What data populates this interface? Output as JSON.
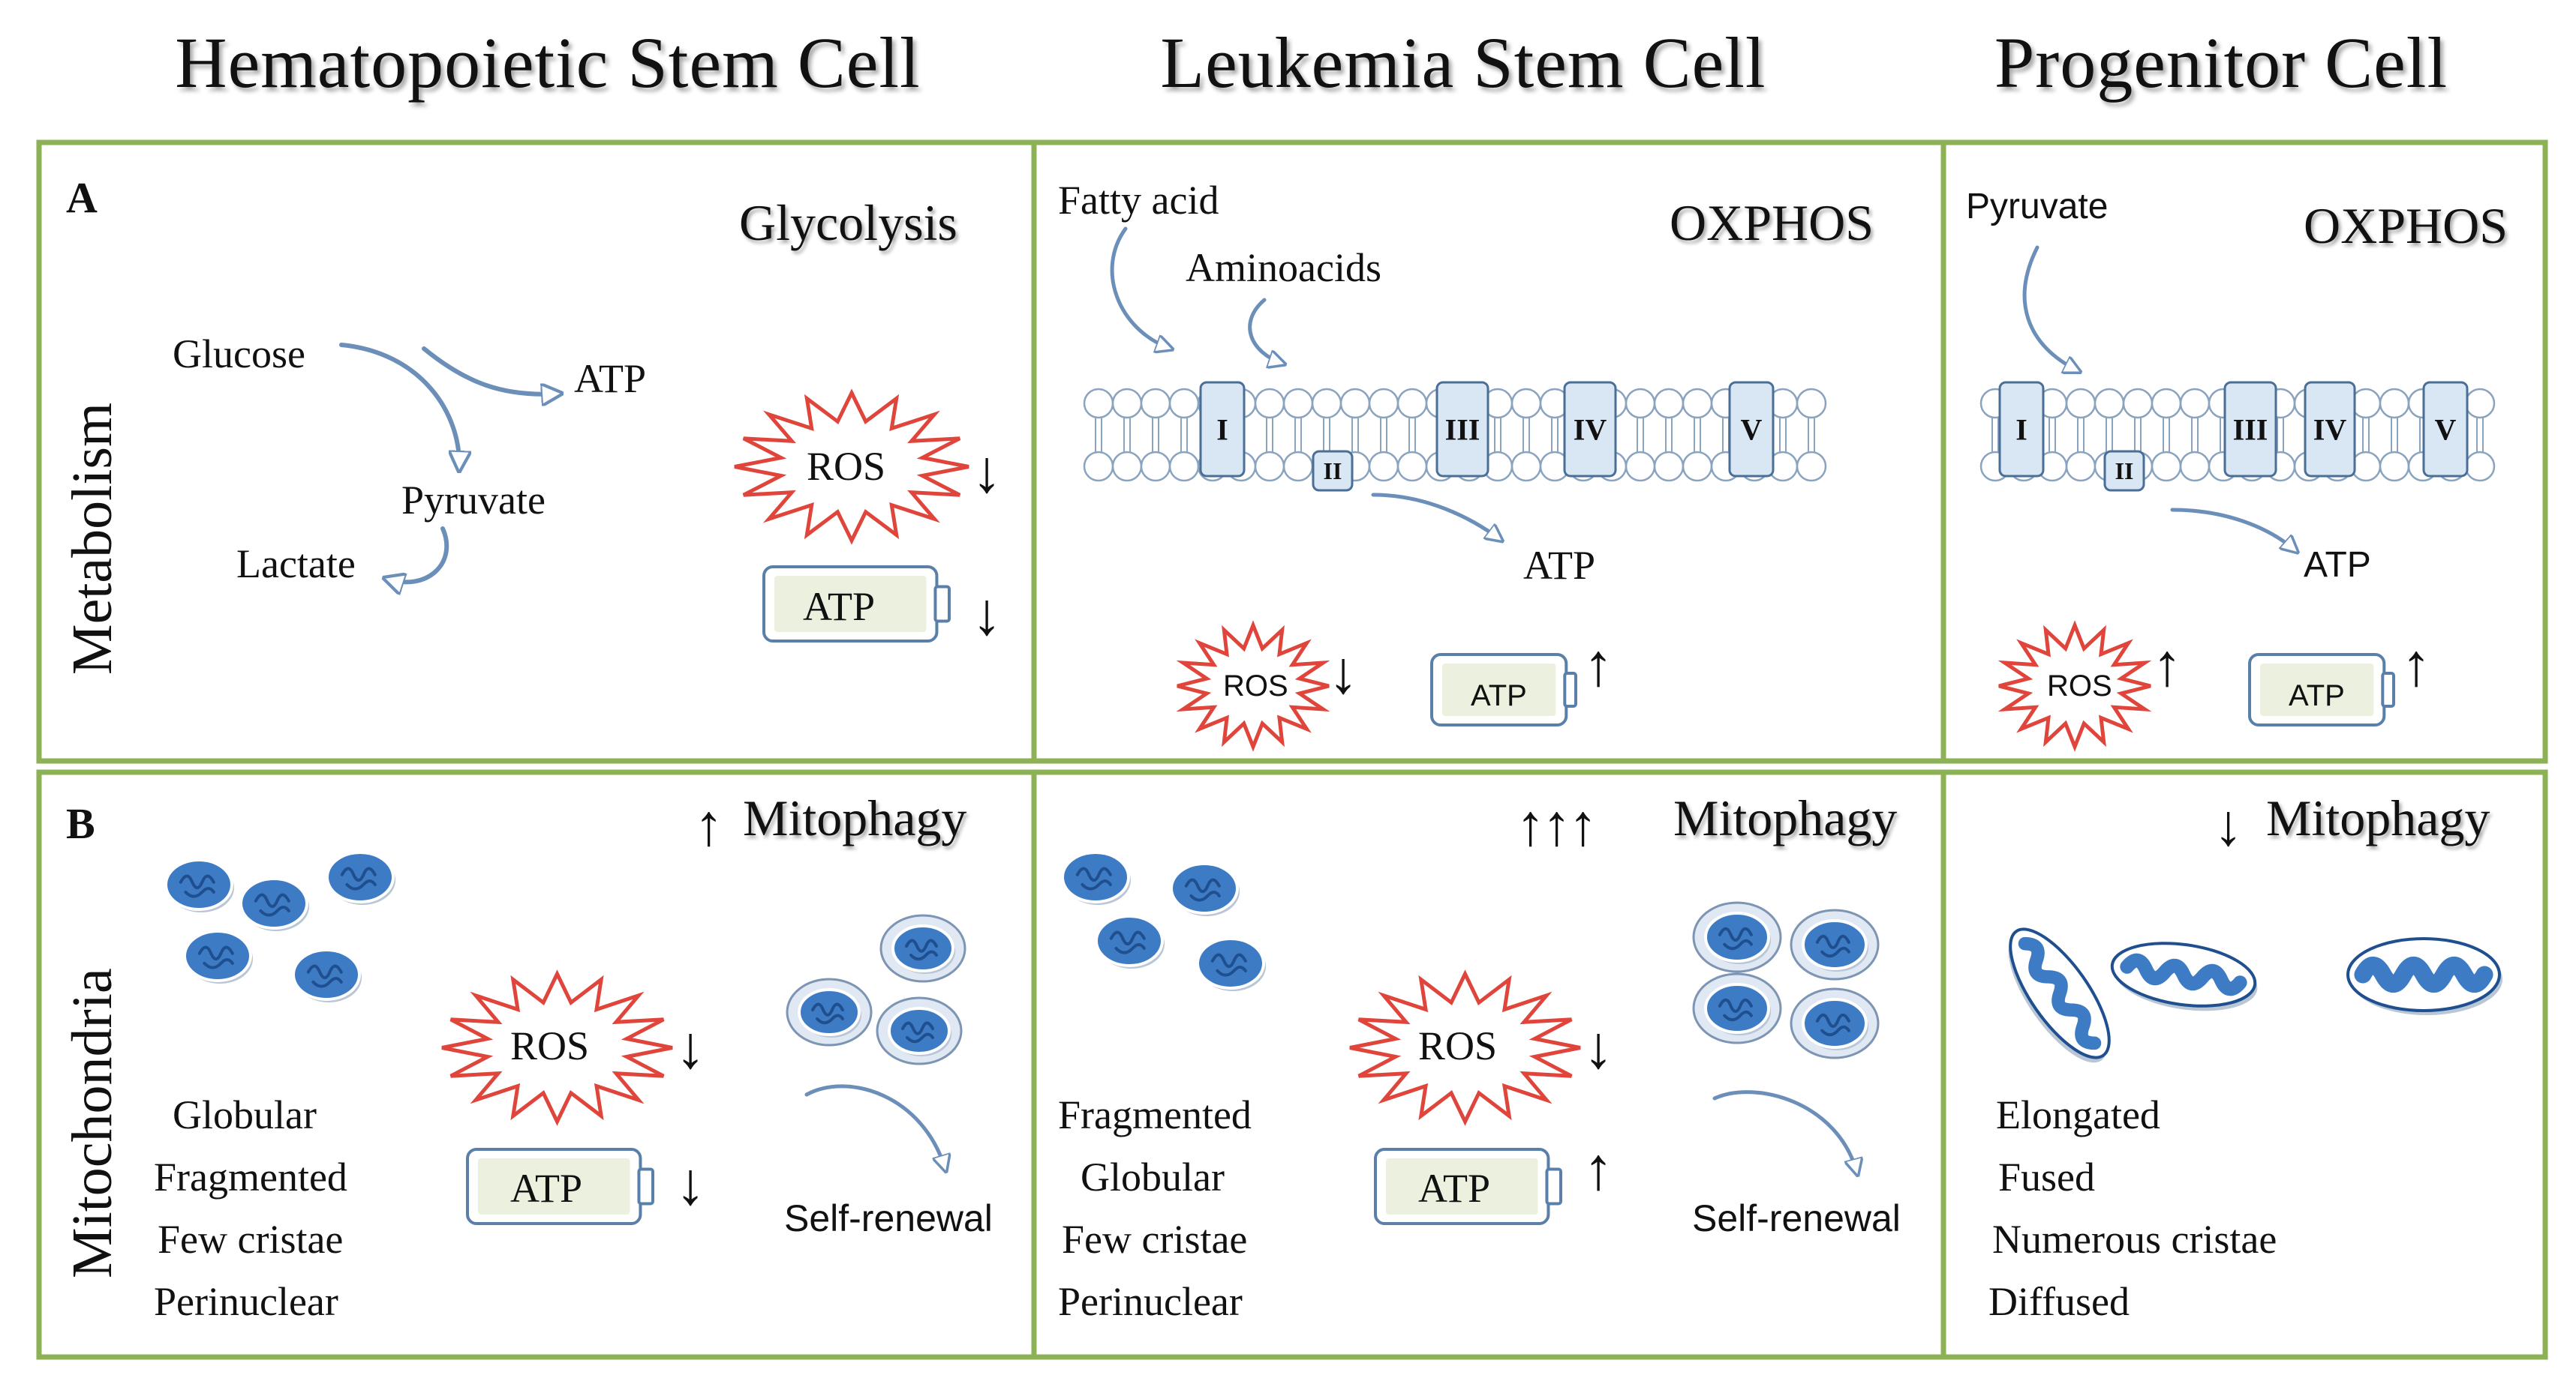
{
  "columns": {
    "hsc": "Hematopoietic Stem Cell",
    "lsc": "Leukemia Stem Cell",
    "prog": "Progenitor Cell"
  },
  "rows": {
    "metabolism": "Metabolism",
    "mitochondria": "Mitochondria"
  },
  "panels": {
    "a": "A",
    "b": "B"
  },
  "metabolism": {
    "hsc": {
      "title": "Glycolysis",
      "glucose": "Glucose",
      "atp_product": "ATP",
      "pyruvate": "Pyruvate",
      "lactate": "Lactate",
      "ros": "ROS",
      "atp": "ATP",
      "ros_trend": "↓",
      "atp_trend": "↓"
    },
    "lsc": {
      "title": "OXPHOS",
      "fatty_acid": "Fatty acid",
      "aminoacids": "Aminoacids",
      "complexes": [
        "I",
        "II",
        "III",
        "IV",
        "V"
      ],
      "atp_product": "ATP",
      "ros": "ROS",
      "atp": "ATP",
      "ros_trend": "↓",
      "atp_trend": "↑"
    },
    "prog": {
      "title": "OXPHOS",
      "pyruvate": "Pyruvate",
      "complexes": [
        "I",
        "II",
        "III",
        "IV",
        "V"
      ],
      "atp_product": "ATP",
      "ros": "ROS",
      "atp": "ATP",
      "ros_trend": "↑",
      "atp_trend": "↑"
    }
  },
  "mitochondria": {
    "hsc": {
      "mitophagy_trend": "↑",
      "mitophagy": "Mitophagy",
      "features": [
        "Globular",
        "Fragmented",
        "Few cristae",
        "Perinuclear"
      ],
      "ros": "ROS",
      "atp": "ATP",
      "ros_trend": "↓",
      "atp_trend": "↓",
      "self_renewal": "Self-renewal"
    },
    "lsc": {
      "mitophagy_trend": "↑↑↑",
      "mitophagy": "Mitophagy",
      "features": [
        "Fragmented",
        "Globular",
        "Few cristae",
        "Perinuclear"
      ],
      "ros": "ROS",
      "atp": "ATP",
      "ros_trend": "↓",
      "atp_trend": "↑",
      "self_renewal": "Self-renewal"
    },
    "prog": {
      "mitophagy_trend": "↓",
      "mitophagy": "Mitophagy",
      "features": [
        "Elongated",
        "Fused",
        "Numerous cristae",
        "Diffused"
      ]
    }
  },
  "colors": {
    "frame": "#8db255",
    "mito_fill": "#3d7cc4",
    "mito_dark": "#1f4f8f",
    "mito_outer": "#dfe8f3",
    "membrane": "#dce6f2",
    "complex": "#d9e6f4",
    "complex_border": "#4a6f96",
    "ros_border": "#e0453c",
    "atp_fill": "#ebf1de",
    "atp_border": "#5a7fa8",
    "arrow": "#6b8fb8"
  }
}
